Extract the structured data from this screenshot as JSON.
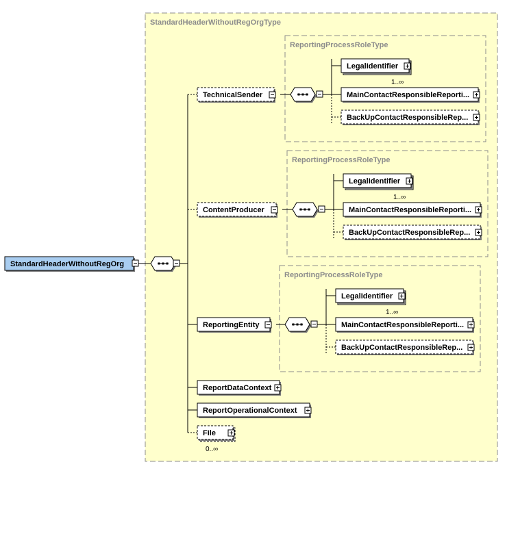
{
  "root": {
    "label": "StandardHeaderWithoutRegOrg"
  },
  "outer_type": {
    "label": "StandardHeaderWithoutRegOrgType"
  },
  "children": [
    {
      "label": "TechnicalSender",
      "optional": true,
      "expanded": true,
      "group": {
        "type_label": "ReportingProcessRoleType",
        "items": [
          {
            "label": "LegalIdentifier",
            "optional": false,
            "multiple": true,
            "occurrence": "1..∞"
          },
          {
            "label": "MainContactResponsibleReporti...",
            "optional": false
          },
          {
            "label": "BackUpContactResponsibleRep...",
            "optional": true
          }
        ]
      }
    },
    {
      "label": "ContentProducer",
      "optional": true,
      "expanded": true,
      "group": {
        "type_label": "ReportingProcessRoleType",
        "items": [
          {
            "label": "LegalIdentifier",
            "optional": false,
            "multiple": true,
            "occurrence": "1..∞"
          },
          {
            "label": "MainContactResponsibleReporti...",
            "optional": false
          },
          {
            "label": "BackUpContactResponsibleRep...",
            "optional": true
          }
        ]
      }
    },
    {
      "label": "ReportingEntity",
      "optional": false,
      "expanded": true,
      "group": {
        "type_label": "ReportingProcessRoleType",
        "items": [
          {
            "label": "LegalIdentifier",
            "optional": false,
            "multiple": true,
            "occurrence": "1..∞"
          },
          {
            "label": "MainContactResponsibleReporti...",
            "optional": false
          },
          {
            "label": "BackUpContactResponsibleRep...",
            "optional": true
          }
        ]
      }
    },
    {
      "label": "ReportDataContext",
      "optional": false,
      "expanded": false
    },
    {
      "label": "ReportOperationalContext",
      "optional": false,
      "expanded": false
    },
    {
      "label": "File",
      "optional": true,
      "expanded": false,
      "multiple": true,
      "occurrence": "0..∞"
    }
  ],
  "colors": {
    "type_box_fill": "#ffffcc",
    "root_fill": "#a9cdf0",
    "border": "#000000",
    "dashed_border": "#8c8c8c"
  }
}
